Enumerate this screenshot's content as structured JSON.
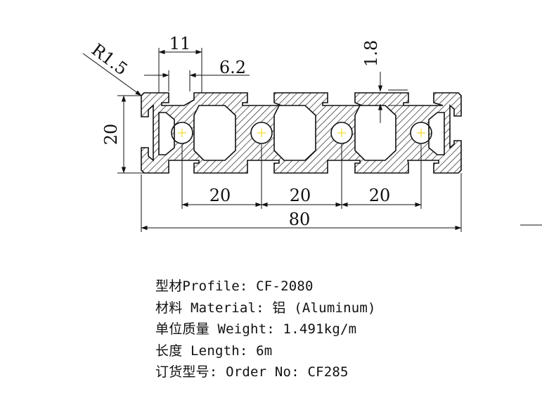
{
  "dimensions": {
    "radius": "R1.5",
    "slot_outer": "11",
    "slot_inner": "6.2",
    "wall": "1.8",
    "height": "20",
    "pitch_1": "20",
    "pitch_2": "20",
    "pitch_3": "20",
    "total_width": "80"
  },
  "specs": [
    "型材Profile: CF-2080",
    "材料 Material: 铝 (Aluminum)",
    "单位质量 Weight: 1.491kg/m",
    "长度 Length: 6m",
    "订货型号: Order No: CF285"
  ],
  "colors": {
    "line": "#111111",
    "center_mark": "#f5e04a",
    "background": "#ffffff"
  }
}
